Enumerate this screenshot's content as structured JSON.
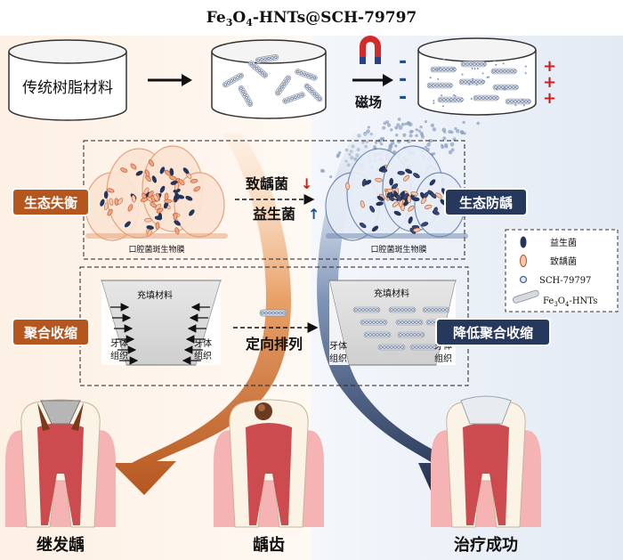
{
  "title": {
    "base": "Fe",
    "sub1": "3",
    "mid": "O",
    "sub2": "4",
    "rest": "-HNTs@SCH-79797"
  },
  "top_row": {
    "resin_label": "传统树脂材料",
    "magnet_label": "磁场",
    "minus_sign": "-",
    "plus_sign": "+"
  },
  "biofilm": {
    "left_badge": "生态失衡",
    "right_badge": "生态防龋",
    "left_caption": "口腔菌斑生物膜",
    "right_caption": "口腔菌斑生物膜",
    "cariogenic_label": "致龋菌",
    "probiotic_label": "益生菌",
    "down_arrow": "↓",
    "up_arrow": "↑"
  },
  "shrinkage": {
    "left_badge": "聚合收缩",
    "right_badge": "降低聚合收缩",
    "filling_left": "充填材料",
    "filling_right": "充填材料",
    "tooth_tissue_left_a": "牙体",
    "tooth_tissue_left_b": "组织",
    "tooth_tissue_right_a": "牙体",
    "tooth_tissue_right_b": "组织",
    "tooth_tissue_mid_a": "牙体",
    "tooth_tissue_mid_b": "组织",
    "tooth_tissue_far_a": "牙体",
    "tooth_tissue_far_b": "组织",
    "alignment_label": "定向排列"
  },
  "legend": {
    "items": [
      {
        "label": "益生菌",
        "symbol": "dark-oval"
      },
      {
        "label": "致龋菌",
        "symbol": "pink-oval"
      },
      {
        "label": "SCH-79797",
        "symbol": "blue-ring"
      },
      {
        "label_base": "Fe",
        "label_sub1": "3",
        "label_mid": "O",
        "label_sub2": "4",
        "label_rest": "-HNTs",
        "symbol": "grey-tube"
      }
    ]
  },
  "teeth": {
    "left_label": "继发龋",
    "mid_label": "龋齿",
    "right_label": "治疗成功"
  },
  "colors": {
    "orange": "#b5561f",
    "orange_light": "#f0b486",
    "navy": "#27385d",
    "navy_mid": "#4b6591",
    "red": "#c8201f",
    "gum": "#f1a6a6",
    "pulp": "#c6383d"
  }
}
